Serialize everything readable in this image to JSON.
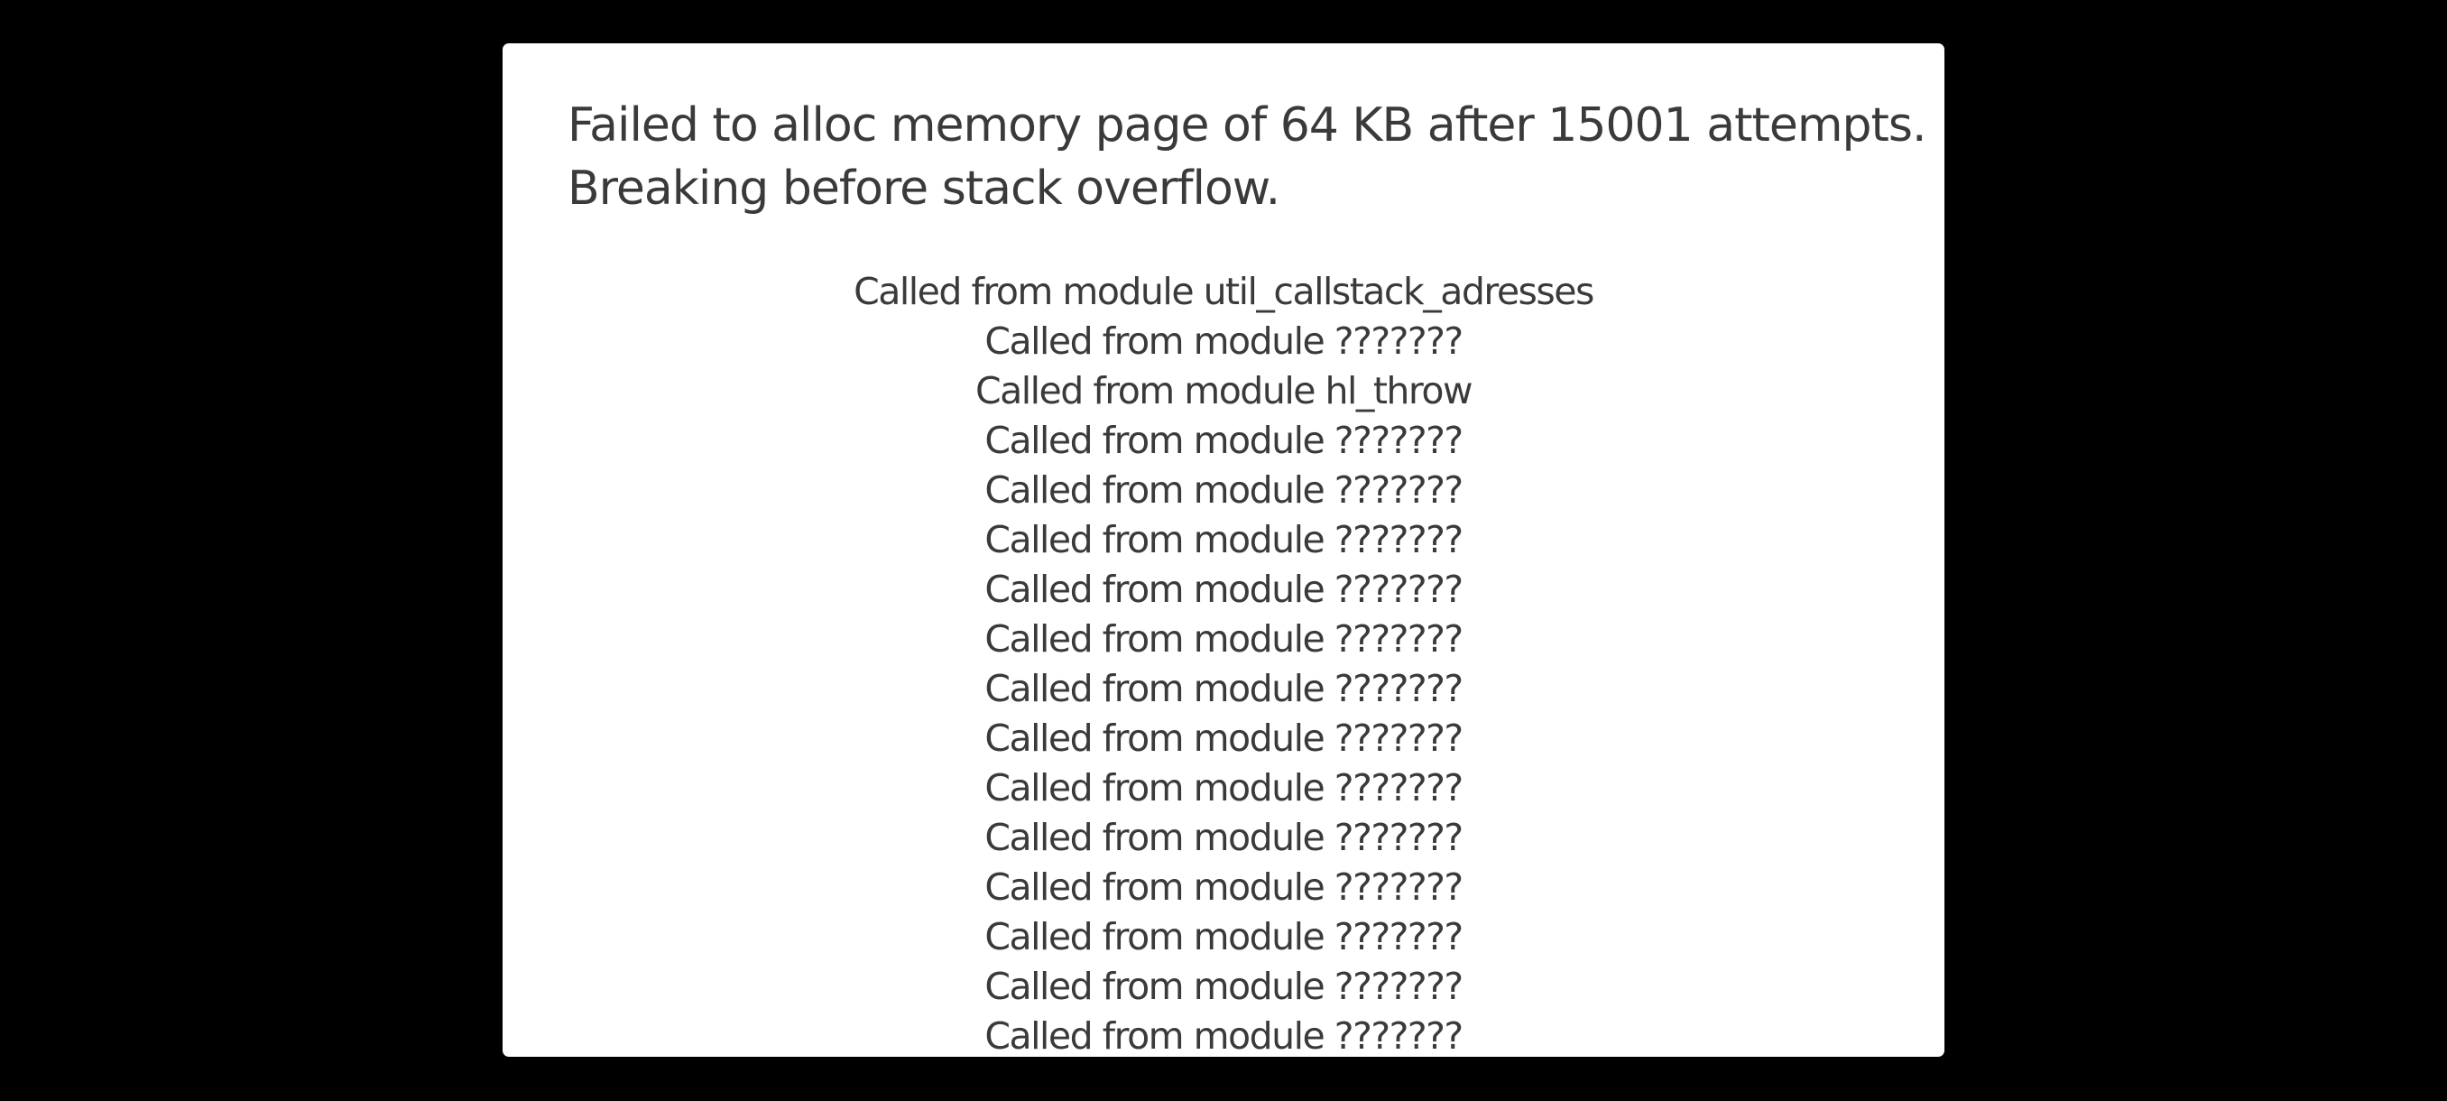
{
  "dialog": {
    "message_lines": [
      "Failed to alloc memory page of 64 KB after 15001 attempts.",
      "Breaking before stack overflow."
    ],
    "callstack": [
      "Called from module util_callstack_adresses",
      "Called from module ???????",
      "Called from module hl_throw",
      "Called from module ???????",
      "Called from module ???????",
      "Called from module ???????",
      "Called from module ???????",
      "Called from module ???????",
      "Called from module ???????",
      "Called from module ???????",
      "Called from module ???????",
      "Called from module ???????",
      "Called from module ???????",
      "Called from module ???????",
      "Called from module ???????",
      "Called from module ???????"
    ]
  },
  "colors": {
    "background": "#000000",
    "dialog_background": "#ffffff",
    "text": "#3a3a3a"
  }
}
